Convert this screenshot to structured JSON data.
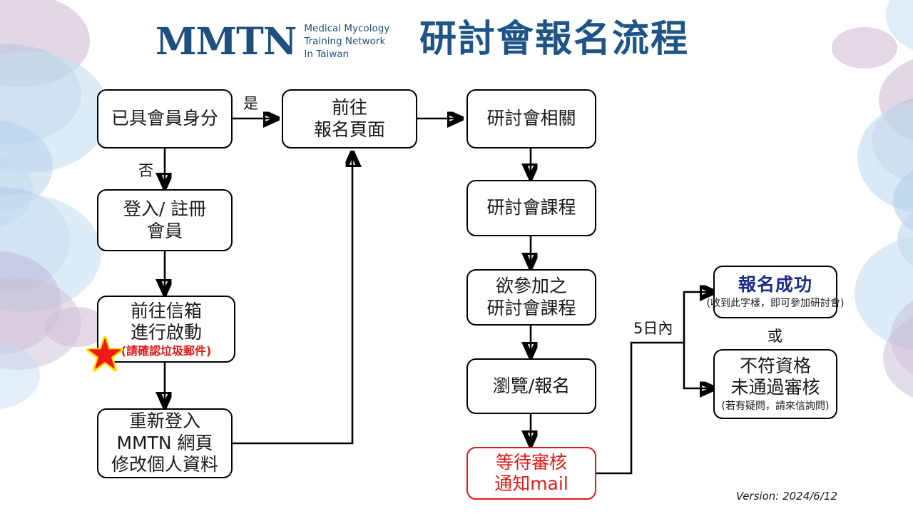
{
  "header": {
    "logo_mark": "MMTN",
    "logo_sub_line1": "Medical Mycology",
    "logo_sub_line2": "Training Network",
    "logo_sub_line3": "In Taiwan",
    "title": "研討會報名流程",
    "title_color": "#1f5487",
    "logo_color": "#1d4f7f"
  },
  "nodes": {
    "member_check": {
      "line1": "已具會員身分"
    },
    "register": {
      "line1": "登入/ 註冊",
      "line2": "會員"
    },
    "activate_mail": {
      "line1": "前往信箱",
      "line2": "進行啟動",
      "note": "(請確認垃圾郵件)"
    },
    "relogin": {
      "line1": "重新登入",
      "line2": "MMTN 網頁",
      "line3": "修改個人資料"
    },
    "goto_signup": {
      "line1": "前往",
      "line2": "報名頁面"
    },
    "seminar_info": {
      "line1": "研討會相關"
    },
    "seminar_course": {
      "line1": "研討會課程"
    },
    "desired_course": {
      "line1": "欲參加之",
      "line2": "研討會課程"
    },
    "browse_signup": {
      "line1": "瀏覽/報名"
    },
    "waiting_review": {
      "line1": "等待審核",
      "line2": "通知mail",
      "color": "#e01b1b"
    },
    "success": {
      "line1": "報名成功",
      "note": "(收到此字樣，即可參加研討會)",
      "color": "#1b2c8a"
    },
    "rejected": {
      "line1": "不符資格",
      "line2": "未通過審核",
      "note": "(若有疑問，請來信詢問)"
    }
  },
  "edge_labels": {
    "yes": "是",
    "no": "否",
    "within_5_days": "5日內",
    "or": "或"
  },
  "footer": {
    "version": "Version: 2024/6/12"
  },
  "icons": {
    "star": "star-icon"
  }
}
